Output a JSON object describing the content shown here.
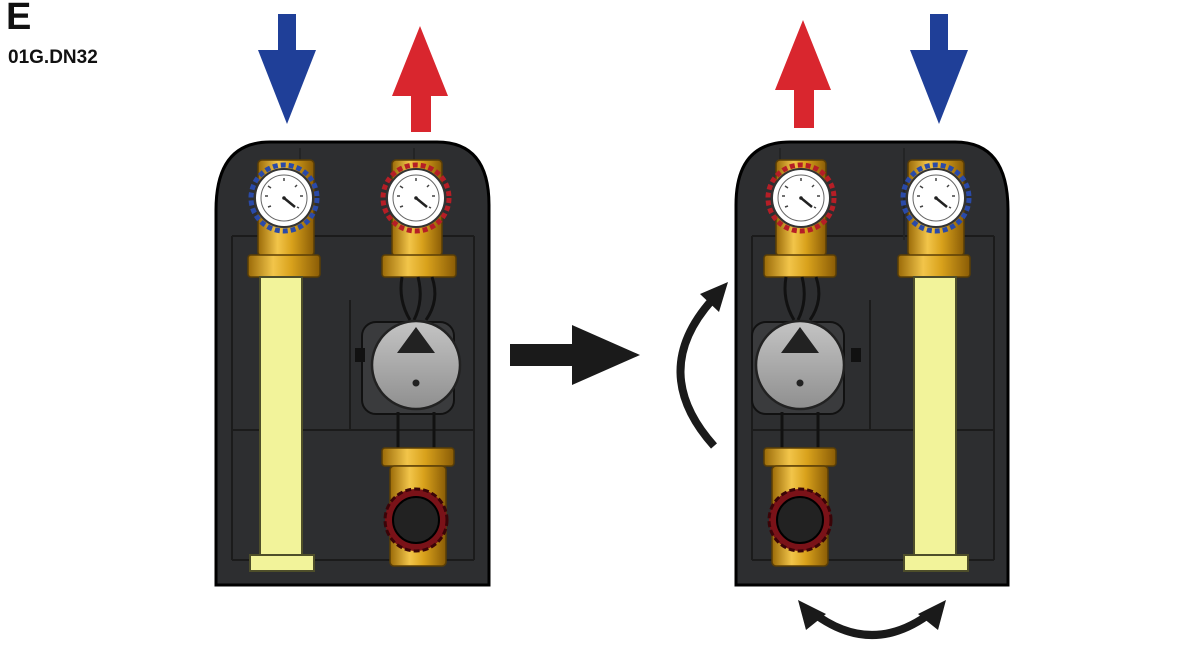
{
  "header": {
    "letter": "E",
    "model": "01G.DN32"
  },
  "colors": {
    "flow_hot": "#d9262e",
    "flow_cold": "#1f3f98",
    "insulation_shell": "#2d2e30",
    "insulation_edge": "#000000",
    "brass": "#d9a21c",
    "pipe_yellow": "#f2f39a",
    "pump_gray": "#a8a8a8",
    "action_arrow": "#1a1a1a"
  },
  "diagram": {
    "before": {
      "left_port": "cold-in",
      "right_port": "hot-out",
      "pump_side": "right"
    },
    "after": {
      "left_port": "hot-out",
      "right_port": "cold-in",
      "pump_side": "left"
    },
    "icons": [
      "arrow-down-icon",
      "arrow-up-icon",
      "thermometer-gauge-icon",
      "pump-icon",
      "valve-knob-icon",
      "right-arrow-icon",
      "rotate-arrow-icon",
      "swap-arrow-icon"
    ]
  }
}
